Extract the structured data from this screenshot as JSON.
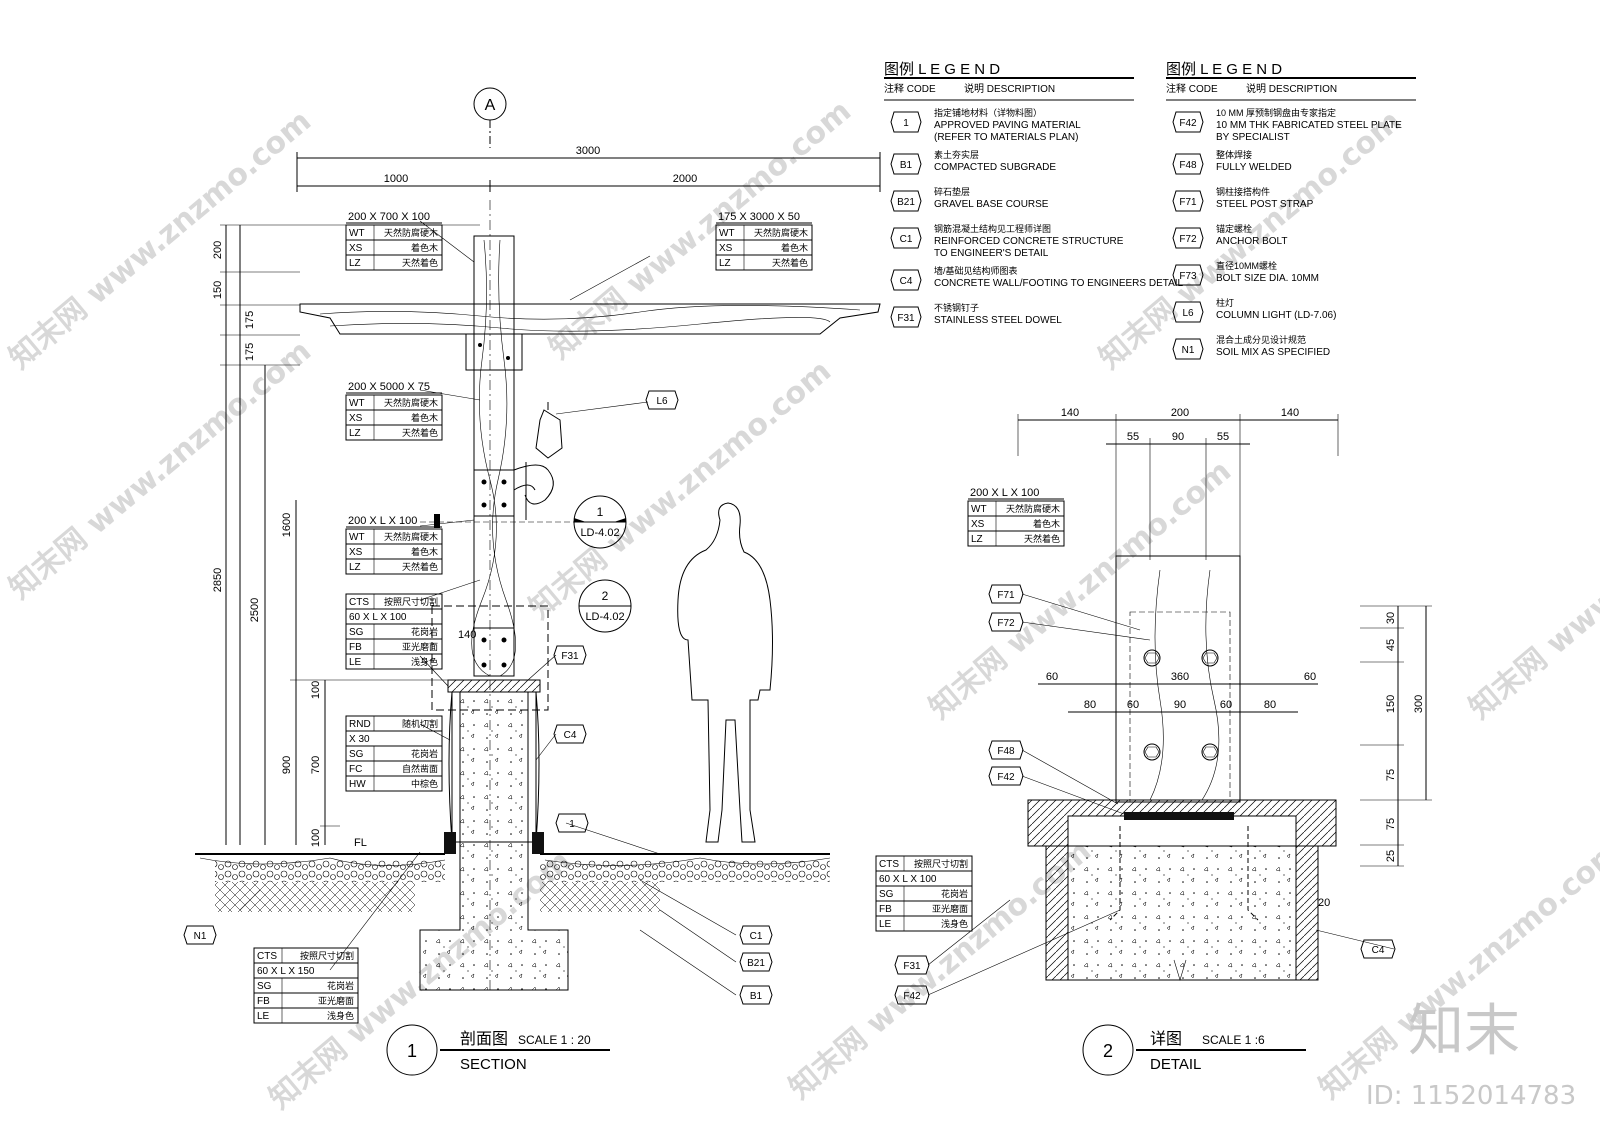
{
  "watermark": {
    "site": "知末网 www.znzmo.com",
    "logo": "知末",
    "id": "ID: 1152014783"
  },
  "grid_marker": "A",
  "section": {
    "dims_top": {
      "total": "3000",
      "left": "1000",
      "right": "2000"
    },
    "dims_left": [
      "200",
      "150",
      "175",
      "175",
      "2850",
      "2500",
      "1600",
      "900",
      "700",
      "100",
      "100"
    ],
    "fl_label": "FL",
    "dim_140": "140",
    "labels": {
      "beam_top": {
        "title": "200 X 700 X 100",
        "rows": [
          [
            "WT",
            "天然防腐硬木"
          ],
          [
            "XS",
            "着色木"
          ],
          [
            "LZ",
            "天然着色"
          ]
        ]
      },
      "rafter": {
        "title": "175 X 3000 X 50",
        "rows": [
          [
            "WT",
            "天然防腐硬木"
          ],
          [
            "XS",
            "着色木"
          ],
          [
            "LZ",
            "天然着色"
          ]
        ]
      },
      "post": {
        "title": "200 X 5000 X 75",
        "rows": [
          [
            "WT",
            "天然防腐硬木"
          ],
          [
            "XS",
            "着色木"
          ],
          [
            "LZ",
            "天然着色"
          ]
        ]
      },
      "bracket": {
        "title": "200 X L X 100",
        "rows": [
          [
            "WT",
            "天然防腐硬木"
          ],
          [
            "XS",
            "着色木"
          ],
          [
            "LZ",
            "天然着色"
          ]
        ]
      },
      "coping": {
        "rows": [
          [
            "CTS",
            "按照尺寸切割"
          ],
          [
            "60 X L X 100",
            ""
          ],
          [
            "SG",
            "花岗岩"
          ],
          [
            "FB",
            "亚光磨面"
          ],
          [
            "LE",
            "浅身色"
          ]
        ]
      },
      "cladding": {
        "rows": [
          [
            "RND",
            "随机切割"
          ],
          [
            "X 30",
            ""
          ],
          [
            "SG",
            "花岗岩"
          ],
          [
            "FC",
            "自然凿面"
          ],
          [
            "HW",
            "中棕色"
          ]
        ]
      },
      "base": {
        "rows": [
          [
            "CTS",
            "按照尺寸切割"
          ],
          [
            "60 X L X 150",
            ""
          ],
          [
            "SG",
            "花岗岩"
          ],
          [
            "FB",
            "亚光磨面"
          ],
          [
            "LE",
            "浅身色"
          ]
        ]
      }
    },
    "tags": {
      "L6": "L6",
      "F31": "F31",
      "C4": "C4",
      "one": "1",
      "N1": "N1",
      "C1": "C1",
      "B21": "B21",
      "B1": "B1"
    },
    "callout1": {
      "num": "1",
      "ref": "LD-4.02"
    },
    "callout2": {
      "num": "2",
      "ref": "LD-4.02"
    },
    "title": {
      "num": "1",
      "cn": "剖面图",
      "scale": "SCALE 1 : 20",
      "en": "SECTION"
    }
  },
  "detail": {
    "dims_top": [
      "140",
      "200",
      "140",
      "55",
      "90",
      "55"
    ],
    "dims_mid": [
      "60",
      "360",
      "60",
      "80",
      "60",
      "90",
      "60",
      "80"
    ],
    "dims_right": [
      "30",
      "45",
      "150",
      "75",
      "75",
      "25",
      "300",
      "20"
    ],
    "label": {
      "title": "200 X L X 100",
      "rows": [
        [
          "WT",
          "天然防腐硬木"
        ],
        [
          "XS",
          "着色木"
        ],
        [
          "LZ",
          "天然着色"
        ]
      ]
    },
    "coping": {
      "rows": [
        [
          "CTS",
          "按照尺寸切割"
        ],
        [
          "60 X L X 100",
          ""
        ],
        [
          "SG",
          "花岗岩"
        ],
        [
          "FB",
          "亚光磨面"
        ],
        [
          "LE",
          "浅身色"
        ]
      ]
    },
    "tags": [
      "F71",
      "F72",
      "F48",
      "F42",
      "F31",
      "F42",
      "C4"
    ],
    "title": {
      "num": "2",
      "cn": "详图",
      "scale": "SCALE 1 :6",
      "en": "DETAIL"
    }
  },
  "legend1": {
    "title_cn": "图例",
    "title_en": "L E G E N D",
    "col_code": "注释 CODE",
    "col_desc": "说明   DESCRIPTION",
    "items": [
      {
        "code": "1",
        "cn": "指定铺地材料（详物料图）",
        "en": "APPROVED PAVING MATERIAL\n(REFER TO MATERIALS PLAN)"
      },
      {
        "code": "B1",
        "cn": "素土夯实层",
        "en": "COMPACTED SUBGRADE"
      },
      {
        "code": "B21",
        "cn": "碎石垫层",
        "en": "GRAVEL BASE COURSE"
      },
      {
        "code": "C1",
        "cn": "钢筋混凝土结构见工程师详图",
        "en": "REINFORCED CONCRETE STRUCTURE\nTO ENGINEER'S DETAIL"
      },
      {
        "code": "C4",
        "cn": "墙/基础见结构师图表",
        "en": "CONCRETE WALL/FOOTING TO ENGINEERS DETAIL"
      },
      {
        "code": "F31",
        "cn": "不锈钢钉子",
        "en": "STAINLESS STEEL DOWEL"
      }
    ]
  },
  "legend2": {
    "title_cn": "图例",
    "title_en": "L E G E N D",
    "col_code": "注释 CODE",
    "col_desc": "说明   DESCRIPTION",
    "items": [
      {
        "code": "F42",
        "cn": "10 MM 厚预制钢盘由专家指定",
        "en": "10 MM THK FABRICATED STEEL PLATE\nBY SPECIALIST"
      },
      {
        "code": "F48",
        "cn": "整体焊接",
        "en": "FULLY WELDED"
      },
      {
        "code": "F71",
        "cn": "钢柱接搭构件",
        "en": "STEEL POST STRAP"
      },
      {
        "code": "F72",
        "cn": "锚定螺栓",
        "en": "ANCHOR BOLT"
      },
      {
        "code": "F73",
        "cn": "直径10MM螺栓",
        "en": "BOLT SIZE DIA. 10MM"
      },
      {
        "code": "L6",
        "cn": "柱灯",
        "en": "COLUMN LIGHT (LD-7.06)"
      },
      {
        "code": "N1",
        "cn": "混合土成分见设计规范",
        "en": "SOIL MIX AS SPECIFIED"
      }
    ]
  }
}
